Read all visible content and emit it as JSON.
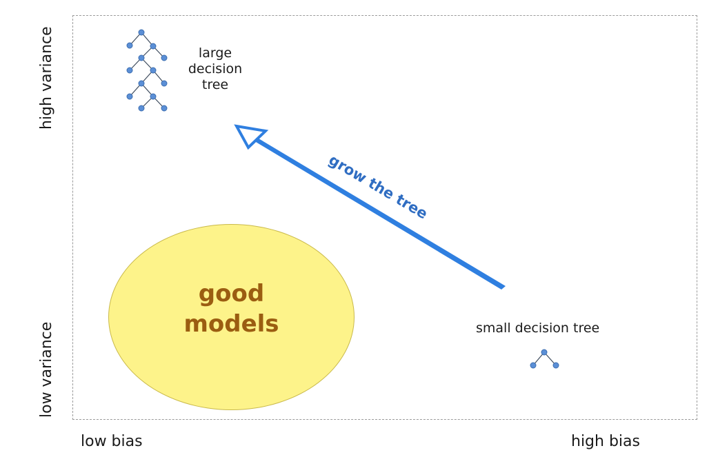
{
  "axes": {
    "x_low": "low bias",
    "x_high": "high bias",
    "y_low": "low variance",
    "y_high": "high variance"
  },
  "large_tree": {
    "label_line1": "large",
    "label_line2": "decision",
    "label_line3": "tree"
  },
  "small_tree": {
    "label": "small decision tree"
  },
  "region": {
    "line1": "good",
    "line2": "models",
    "fill_color": "#fdf38a",
    "text_color": "#9b5d11"
  },
  "arrow": {
    "label": "grow the tree",
    "color": "#2f7fe0"
  },
  "node_color": "#5b8fd6"
}
